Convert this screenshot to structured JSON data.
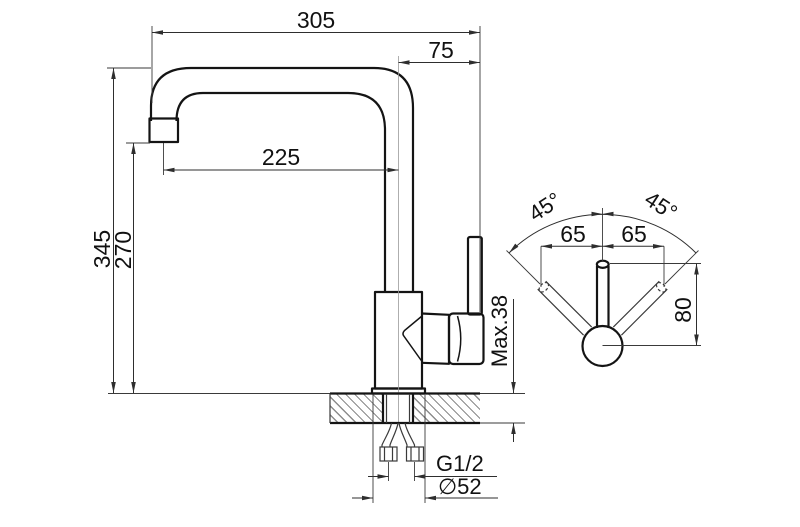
{
  "page": {
    "background": "#ffffff",
    "line_color": "#141414",
    "dimension_color": "#2e2e2e",
    "hatch_color": "#8c8c8c"
  },
  "drawing": {
    "kind": "faucet-installation-dimensions",
    "front": {
      "width_overall": "305",
      "spout_axis_offset": "75",
      "spout_reach": "225",
      "height_overall": "345",
      "height_to_spout": "270",
      "mounting_thickness_max": "Max.38",
      "inlet_thread": "G1/2",
      "base_diameter": "∅52"
    },
    "side": {
      "swing_left": "45°",
      "swing_right": "45°",
      "handle_offset_left": "65",
      "handle_offset_right": "65",
      "handle_height": "80"
    }
  }
}
